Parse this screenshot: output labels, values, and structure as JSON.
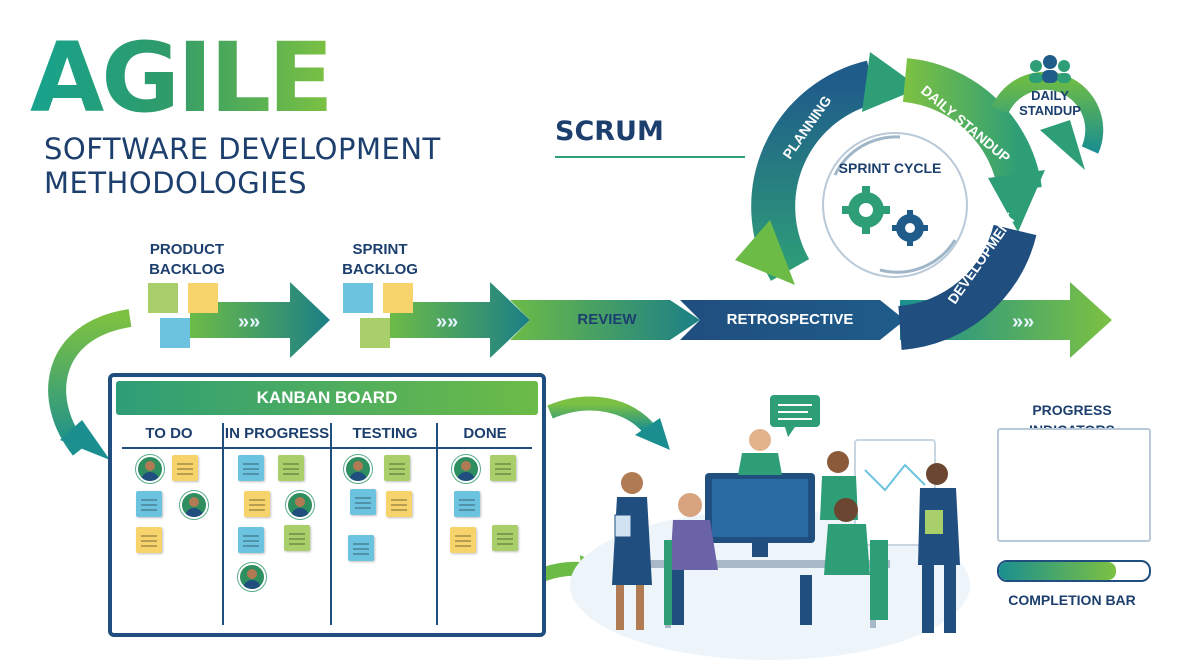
{
  "header": {
    "title": "AGILE",
    "subtitle_line1": "SOFTWARE DEVELOPMENT",
    "subtitle_line2": "METHODOLOGIES"
  },
  "scrum": {
    "label": "SCRUM",
    "cycle": {
      "center_label": "SPRINT CYCLE",
      "planning": "PLANNING",
      "daily_standup": "DAILY STANDUP",
      "development": "DEVELOPMENT"
    },
    "daily_standup_badge": "DAILY\nSTANDUP"
  },
  "flow": {
    "product_backlog": "PRODUCT\nBACKLOG",
    "sprint_backlog": "SPRINT\nBACKLOG",
    "review": "REVIEW",
    "retrospective": "RETROSPECTIVE"
  },
  "kanban": {
    "title": "KANBAN BOARD",
    "columns": [
      "TO DO",
      "IN PROGRESS",
      "TESTING",
      "DONE"
    ]
  },
  "progress": {
    "title": "PROGRESS INDICATORS",
    "completion_label": "COMPLETION BAR",
    "completion_fraction": 0.78
  },
  "colors": {
    "navy": "#1c3f6e",
    "teal": "#17a38e",
    "green": "#7cc142",
    "blue": "#1f4e7f"
  }
}
